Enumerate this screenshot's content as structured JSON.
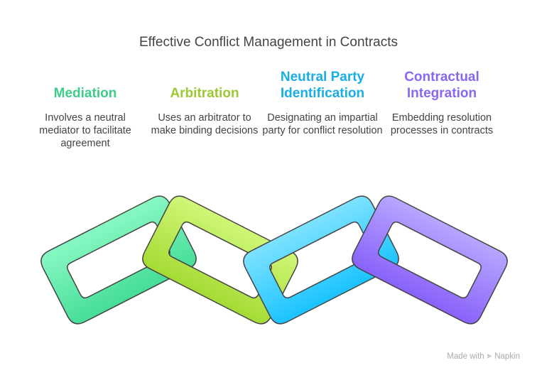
{
  "title": "Effective Conflict Management in Contracts",
  "items": [
    {
      "title": "Mediation",
      "description": "Involves a neutral mediator to facilitate agreement",
      "color": "#3ECB8C"
    },
    {
      "title": "Arbitration",
      "description": "Uses an arbitrator to make binding decisions",
      "color": "#9CC932"
    },
    {
      "title": "Neutral Party Identification",
      "description": "Designating an impartial party for conflict resolution",
      "color": "#19AEE3"
    },
    {
      "title": "Contractual Integration",
      "description": "Embedding resolution processes in contracts",
      "color": "#8A66F2"
    }
  ],
  "footer": {
    "made_with": "Made with",
    "brand": "Napkin"
  }
}
